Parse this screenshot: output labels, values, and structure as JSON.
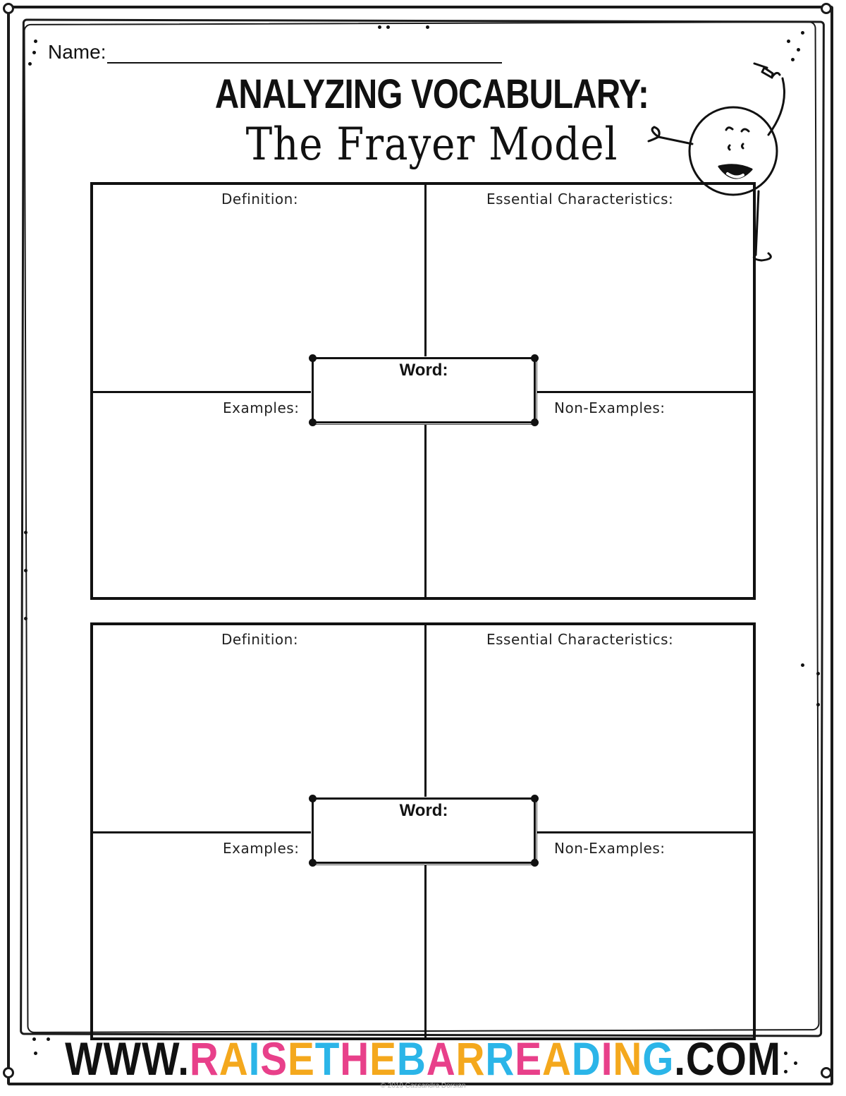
{
  "header": {
    "name_label": "Name:",
    "title_line1": "ANALYZING VOCABULARY:",
    "title_line2": "The Frayer Model"
  },
  "models": [
    {
      "definition_label": "Definition:",
      "characteristics_label": "Essential Characteristics:",
      "examples_label": "Examples:",
      "non_examples_label": "Non-Examples:",
      "word_label": "Word:"
    },
    {
      "definition_label": "Definition:",
      "characteristics_label": "Essential Characteristics:",
      "examples_label": "Examples:",
      "non_examples_label": "Non-Examples:",
      "word_label": "Word:"
    }
  ],
  "footer": {
    "url_prefix": "WWW.",
    "url_parts": [
      {
        "text": "R",
        "color": "#e8408a"
      },
      {
        "text": "A",
        "color": "#f4a81d"
      },
      {
        "text": "I",
        "color": "#2bb5e8"
      },
      {
        "text": "S",
        "color": "#e8408a"
      },
      {
        "text": "E",
        "color": "#f4a81d"
      },
      {
        "text": "T",
        "color": "#2bb5e8"
      },
      {
        "text": "H",
        "color": "#e8408a"
      },
      {
        "text": "E",
        "color": "#f4a81d"
      },
      {
        "text": "B",
        "color": "#2bb5e8"
      },
      {
        "text": "A",
        "color": "#e8408a"
      },
      {
        "text": "R",
        "color": "#f4a81d"
      },
      {
        "text": "R",
        "color": "#2bb5e8"
      },
      {
        "text": "E",
        "color": "#e8408a"
      },
      {
        "text": "A",
        "color": "#f4a81d"
      },
      {
        "text": "D",
        "color": "#2bb5e8"
      },
      {
        "text": "I",
        "color": "#e8408a"
      },
      {
        "text": "N",
        "color": "#f4a81d"
      },
      {
        "text": "G",
        "color": "#2bb5e8"
      }
    ],
    "url_suffix": ".COM",
    "copyright": "© 2019 Cassandra Dorsian"
  },
  "decor": {
    "mascot_icon": "smiling-ball-mascot-with-pencil",
    "ink_color": "#111111"
  }
}
